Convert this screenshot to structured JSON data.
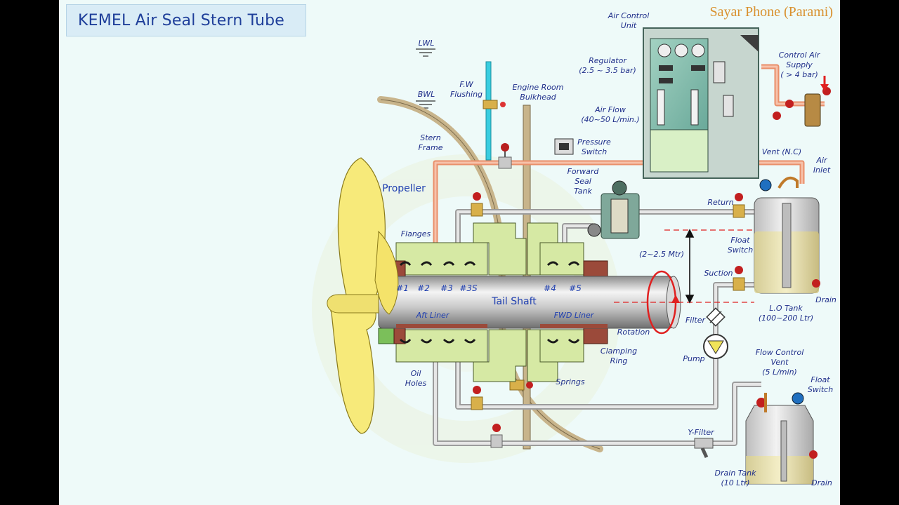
{
  "title": "KEMEL Air Seal Stern Tube",
  "brand": "Sayar Phone (Parami)",
  "labels": {
    "air_control_unit": "Air Control\nUnit",
    "regulator": "Regulator\n(2.5 ~ 3.5 bar)",
    "air_flow": "Air Flow\n(40~50 L/min.)",
    "control_air_supply": "Control Air\nSupply\n( > 4 bar)",
    "lwl": "LWL",
    "bwl": "BWL",
    "fw_flushing": "F.W\nFlushing",
    "engine_room_bulkhead": "Engine Room\nBulkhead",
    "stern_frame": "Stern\nFrame",
    "pressure_switch": "Pressure\nSwitch",
    "forward_seal_tank": "Forward\nSeal\nTank",
    "vent_nc": "Vent (N.C)",
    "air_inlet": "Air\nInlet",
    "propeller": "Propeller",
    "return": "Return",
    "flanges": "Flanges",
    "float_switch_top": "Float\nSwitch",
    "distance": "(2~2.5 Mtr)",
    "suction": "Suction",
    "seal_1": "#1",
    "seal_2": "#2",
    "seal_3": "#3",
    "seal_3s": "#3S",
    "seal_4": "#4",
    "seal_5": "#5",
    "tail_shaft": "Tail Shaft",
    "aft_liner": "Aft Liner",
    "fwd_liner": "FWD Liner",
    "filter": "Filter",
    "lo_tank": "L.O Tank\n(100~200 Ltr)",
    "drain_top": "Drain",
    "rotation": "Rotation",
    "clamping_ring": "Clamping\nRing",
    "pump": "Pump",
    "flow_control_vent": "Flow Control\nVent\n(5 L/min)",
    "float_switch_bottom": "Float\nSwitch",
    "oil_holes": "Oil\nHoles",
    "springs": "Springs",
    "y_filter": "Y-Filter",
    "drain_tank": "Drain Tank\n(10 Ltr)",
    "drain_bottom": "Drain"
  },
  "colors": {
    "background": "#eefaf9",
    "title_text": "#1f3f9a",
    "brand_text": "#d9912f",
    "label_text": "#1f2f8a",
    "air_pipe": "#f0a583",
    "oil_pipe": "#c7c9c9",
    "water_pipe": "#39cde0",
    "shaft": "#b8b8b8",
    "propeller": "#f7ea7a",
    "bulkhead": "#c8b48b",
    "housing": "#d6e9a4",
    "seal_red": "#8f2a2a"
  }
}
